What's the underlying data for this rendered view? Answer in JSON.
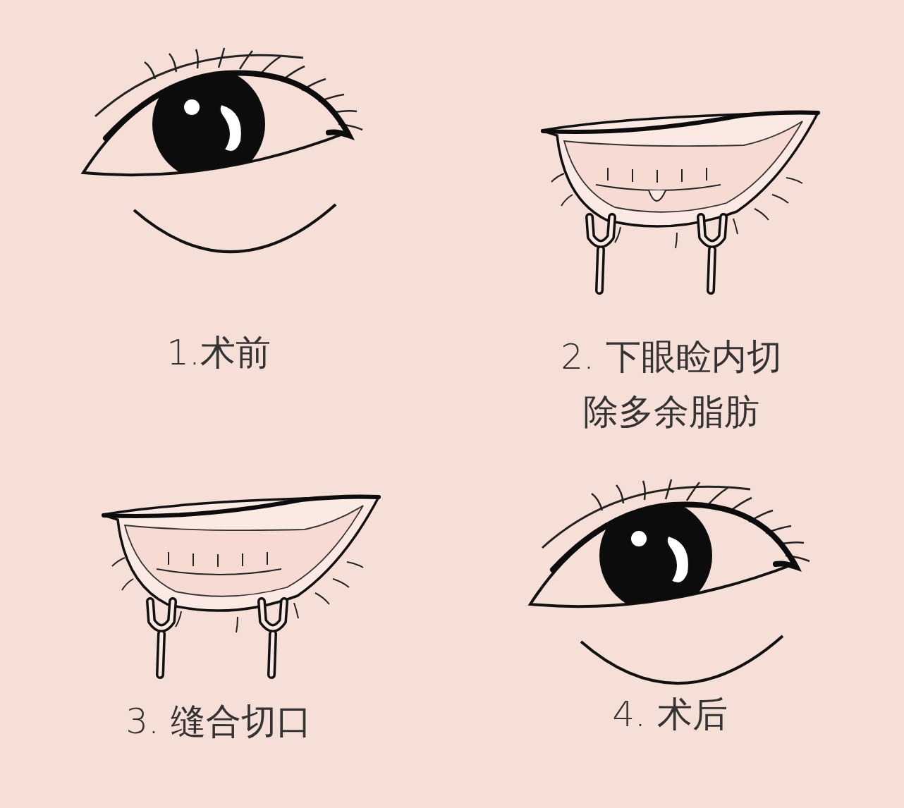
{
  "diagram": {
    "labels": [
      "1.术前",
      "2. 下眼睑内切 除多余脂肪",
      "3. 缝合切口",
      "4. 术后"
    ]
  }
}
